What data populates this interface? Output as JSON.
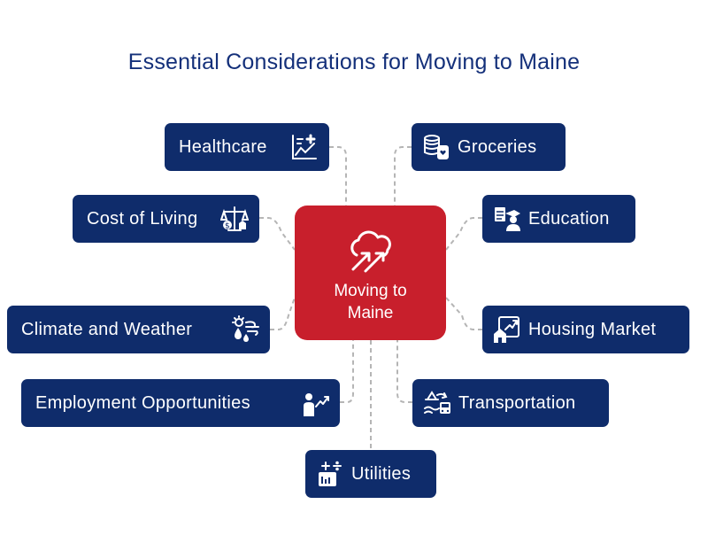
{
  "title": "Essential Considerations for Moving to Maine",
  "center": {
    "line1": "Moving to",
    "line2": "Maine",
    "icon": "cloud-arrows-icon"
  },
  "topics": {
    "healthcare": {
      "label": "Healthcare",
      "icon": "health-chart-icon"
    },
    "groceries": {
      "label": "Groceries",
      "icon": "grocery-icon"
    },
    "cost_of_living": {
      "label": "Cost of Living",
      "icon": "balance-scale-icon"
    },
    "education": {
      "label": "Education",
      "icon": "graduate-icon"
    },
    "climate": {
      "label": "Climate and Weather",
      "icon": "weather-icon"
    },
    "housing": {
      "label": "Housing Market",
      "icon": "house-chart-icon"
    },
    "employment": {
      "label": "Employment Opportunities",
      "icon": "career-growth-icon"
    },
    "transportation": {
      "label": "Transportation",
      "icon": "transport-icon"
    },
    "utilities": {
      "label": "Utilities",
      "icon": "utilities-icon"
    }
  },
  "colors": {
    "node": "#0f2c6b",
    "center": "#c81f2c",
    "title": "#14307a",
    "connector": "#b5b5b5"
  }
}
